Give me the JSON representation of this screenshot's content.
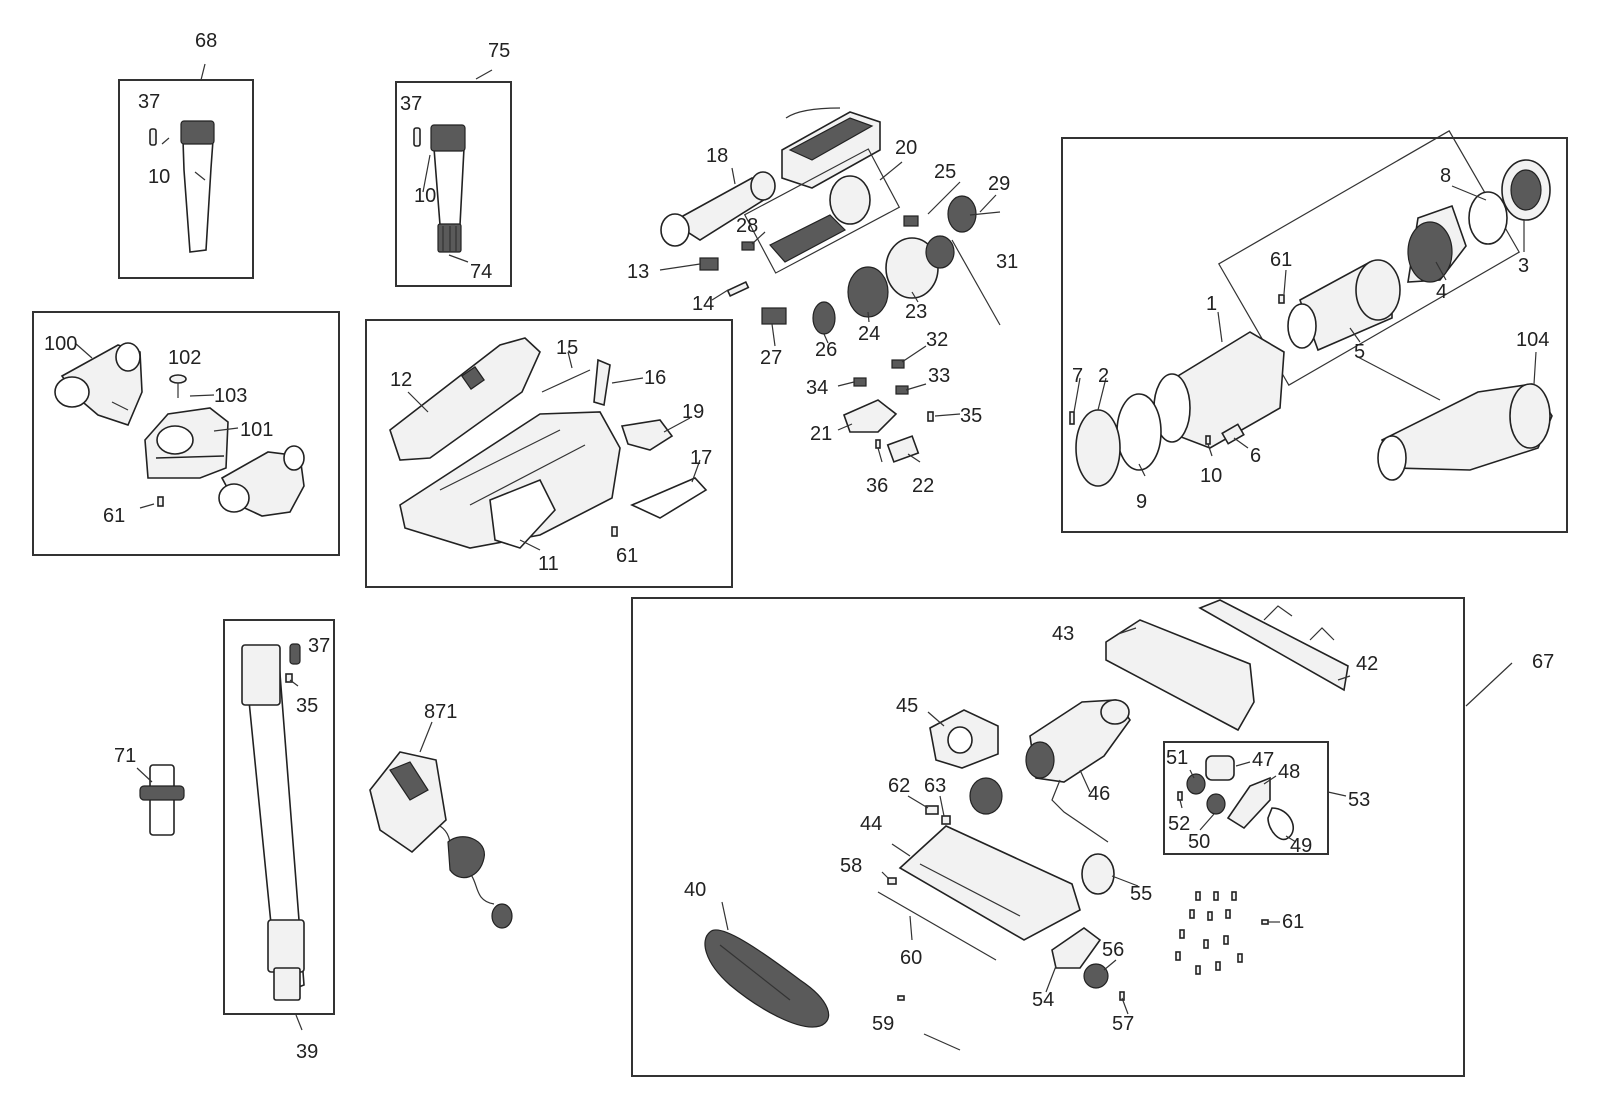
{
  "callouts": {
    "c68": "68",
    "c37a": "37",
    "c10a": "10",
    "c75": "75",
    "c37b": "37",
    "c10b": "10",
    "c74": "74",
    "c100": "100",
    "c102": "102",
    "c103": "103",
    "c101": "101",
    "c61a": "61",
    "c12": "12",
    "c15": "15",
    "c16": "16",
    "c19": "19",
    "c17": "17",
    "c11": "11",
    "c61b": "61",
    "c18": "18",
    "c20": "20",
    "c25": "25",
    "c29": "29",
    "c28": "28",
    "c13": "13",
    "c14": "14",
    "c31": "31",
    "c23": "23",
    "c24": "24",
    "c26": "26",
    "c27": "27",
    "c32": "32",
    "c33": "33",
    "c34": "34",
    "c35a": "35",
    "c21": "21",
    "c22": "22",
    "c36": "36",
    "c8": "8",
    "c3": "3",
    "c61c": "61",
    "c4": "4",
    "c1": "1",
    "c5": "5",
    "c104": "104",
    "c7": "7",
    "c2": "2",
    "c9": "9",
    "c10c": "10",
    "c6": "6",
    "c37c": "37",
    "c35b": "35",
    "c39": "39",
    "c71": "71",
    "c871": "871",
    "c43": "43",
    "c42": "42",
    "c67": "67",
    "c45": "45",
    "c46": "46",
    "c51": "51",
    "c47": "47",
    "c48": "48",
    "c53": "53",
    "c52": "52",
    "c50": "50",
    "c49": "49",
    "c62": "62",
    "c63": "63",
    "c44": "44",
    "c58": "58",
    "c55": "55",
    "c40": "40",
    "c60": "60",
    "c61d": "61",
    "c56": "56",
    "c54": "54",
    "c57": "57",
    "c59": "59"
  }
}
